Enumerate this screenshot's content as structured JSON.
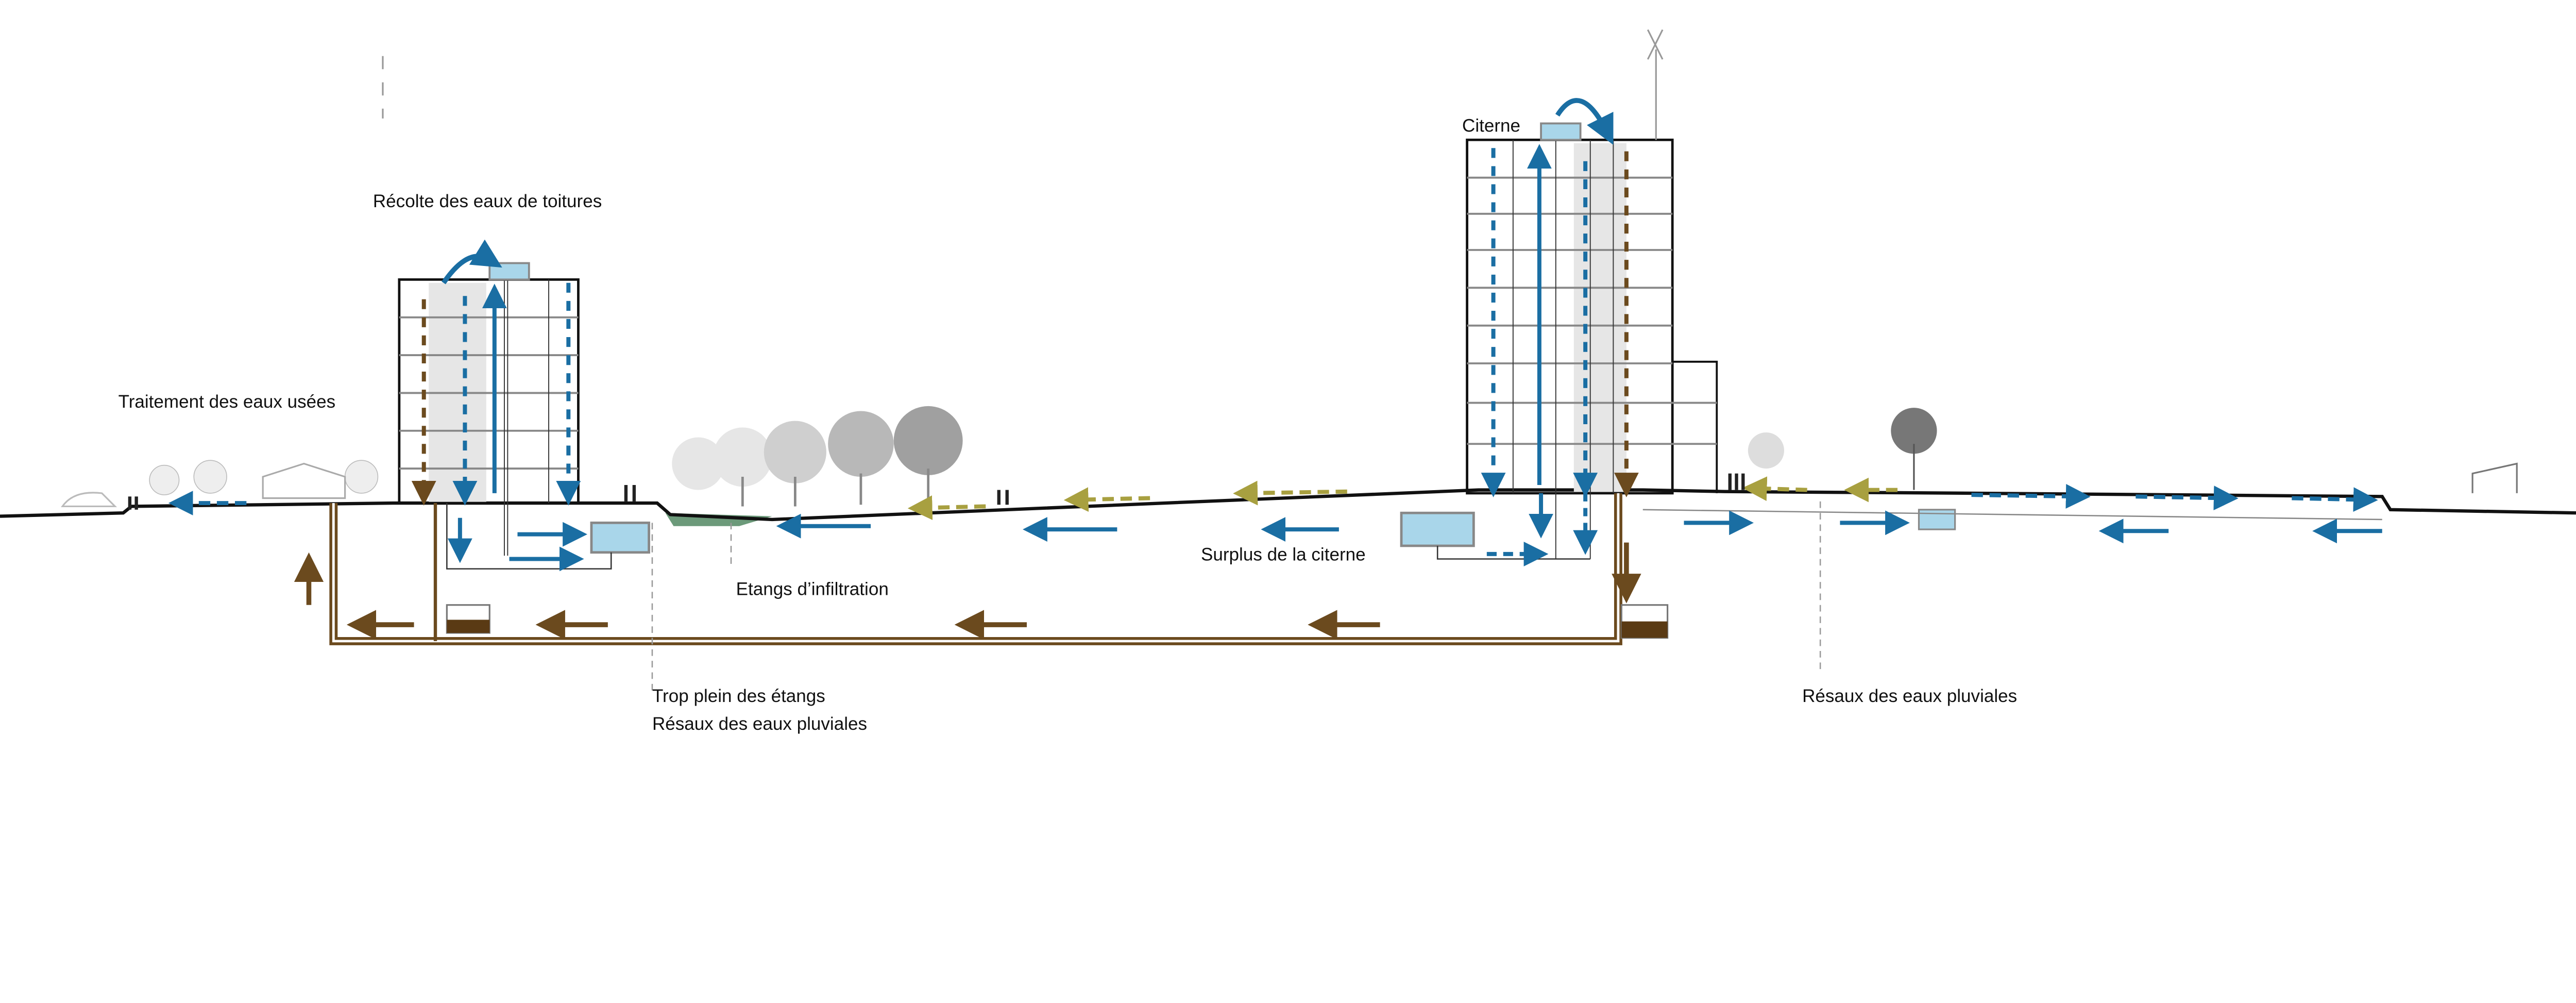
{
  "labels": {
    "roof_harvest": "Récolte des eaux de toitures",
    "wastewater": "Traitement des  eaux usées",
    "citerne": "Citerne",
    "ponds": "Etangs d’infiltration",
    "surplus": "Surplus de  la citerne",
    "overflow_line1": "Trop plein des étangs",
    "overflow_line2": "Résaux des eaux pluviales",
    "rain_network": "Résaux des eaux pluviales"
  },
  "colors": {
    "rainwater": "#1a6ea3",
    "wastewater": "#6b4a1e",
    "surface_runoff": "#a8a040",
    "tank_water": "#a9d6ea",
    "ground": "#111111"
  }
}
